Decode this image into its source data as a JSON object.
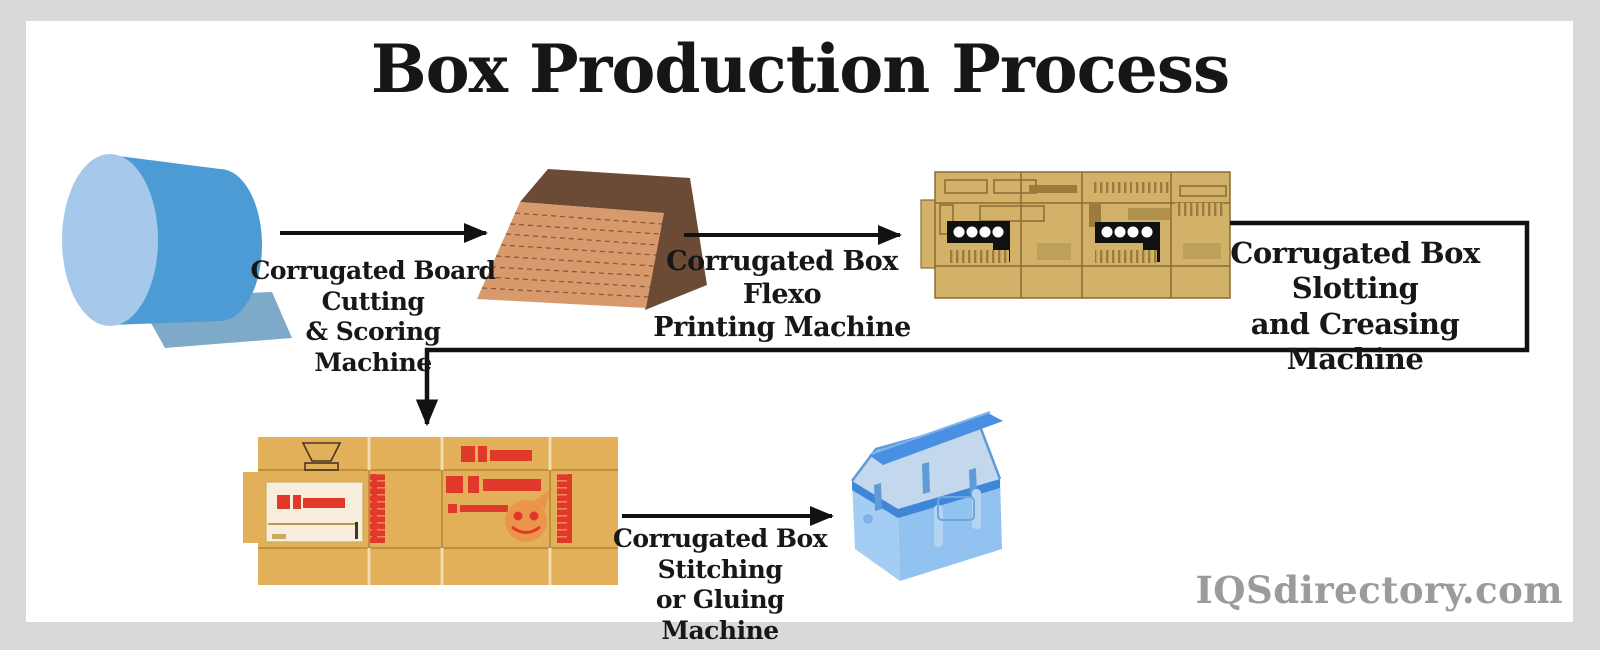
{
  "title": "Box Production Process",
  "watermark": "IQSdirectory.com",
  "process": {
    "stages": [
      {
        "illustration": "paper-roll",
        "label": "Corrugated Board Cutting\n& Scoring Machine"
      },
      {
        "illustration": "corrugated-board-stack",
        "label": "Corrugated Box Flexo\nPrinting Machine"
      },
      {
        "illustration": "slotting-creasing-machine",
        "label": "Corrugated Box Slotting\nand Creasing Machine"
      },
      {
        "illustration": "printed-box-blank",
        "label": "Corrugated Box Stitching\nor Gluing Machine"
      },
      {
        "illustration": "finished-blue-box",
        "label": ""
      }
    ]
  },
  "colors": {
    "frame_background": "#d9d9d9",
    "canvas": "#ffffff",
    "text": "#171717",
    "arrow": "#111111",
    "roll_face": "#a6c8ea",
    "roll_body": "#4d9bd5",
    "roll_sheet": "#7ea9c9",
    "stack_top": "#6b4a36",
    "stack_front": "#d89a6c",
    "machine_body": "#d2b269",
    "machine_detail": "#9b7c3e",
    "machine_panel": "#111111",
    "blank_body": "#e2b059",
    "blank_print_red": "#e0392a",
    "blank_logo_orange": "#e9964a",
    "box_light_blue": "#a4cdf4",
    "box_medium_blue": "#92c2f0",
    "box_dark_blue": "#4a90e2",
    "watermark_gray": "#9b9b9b"
  }
}
